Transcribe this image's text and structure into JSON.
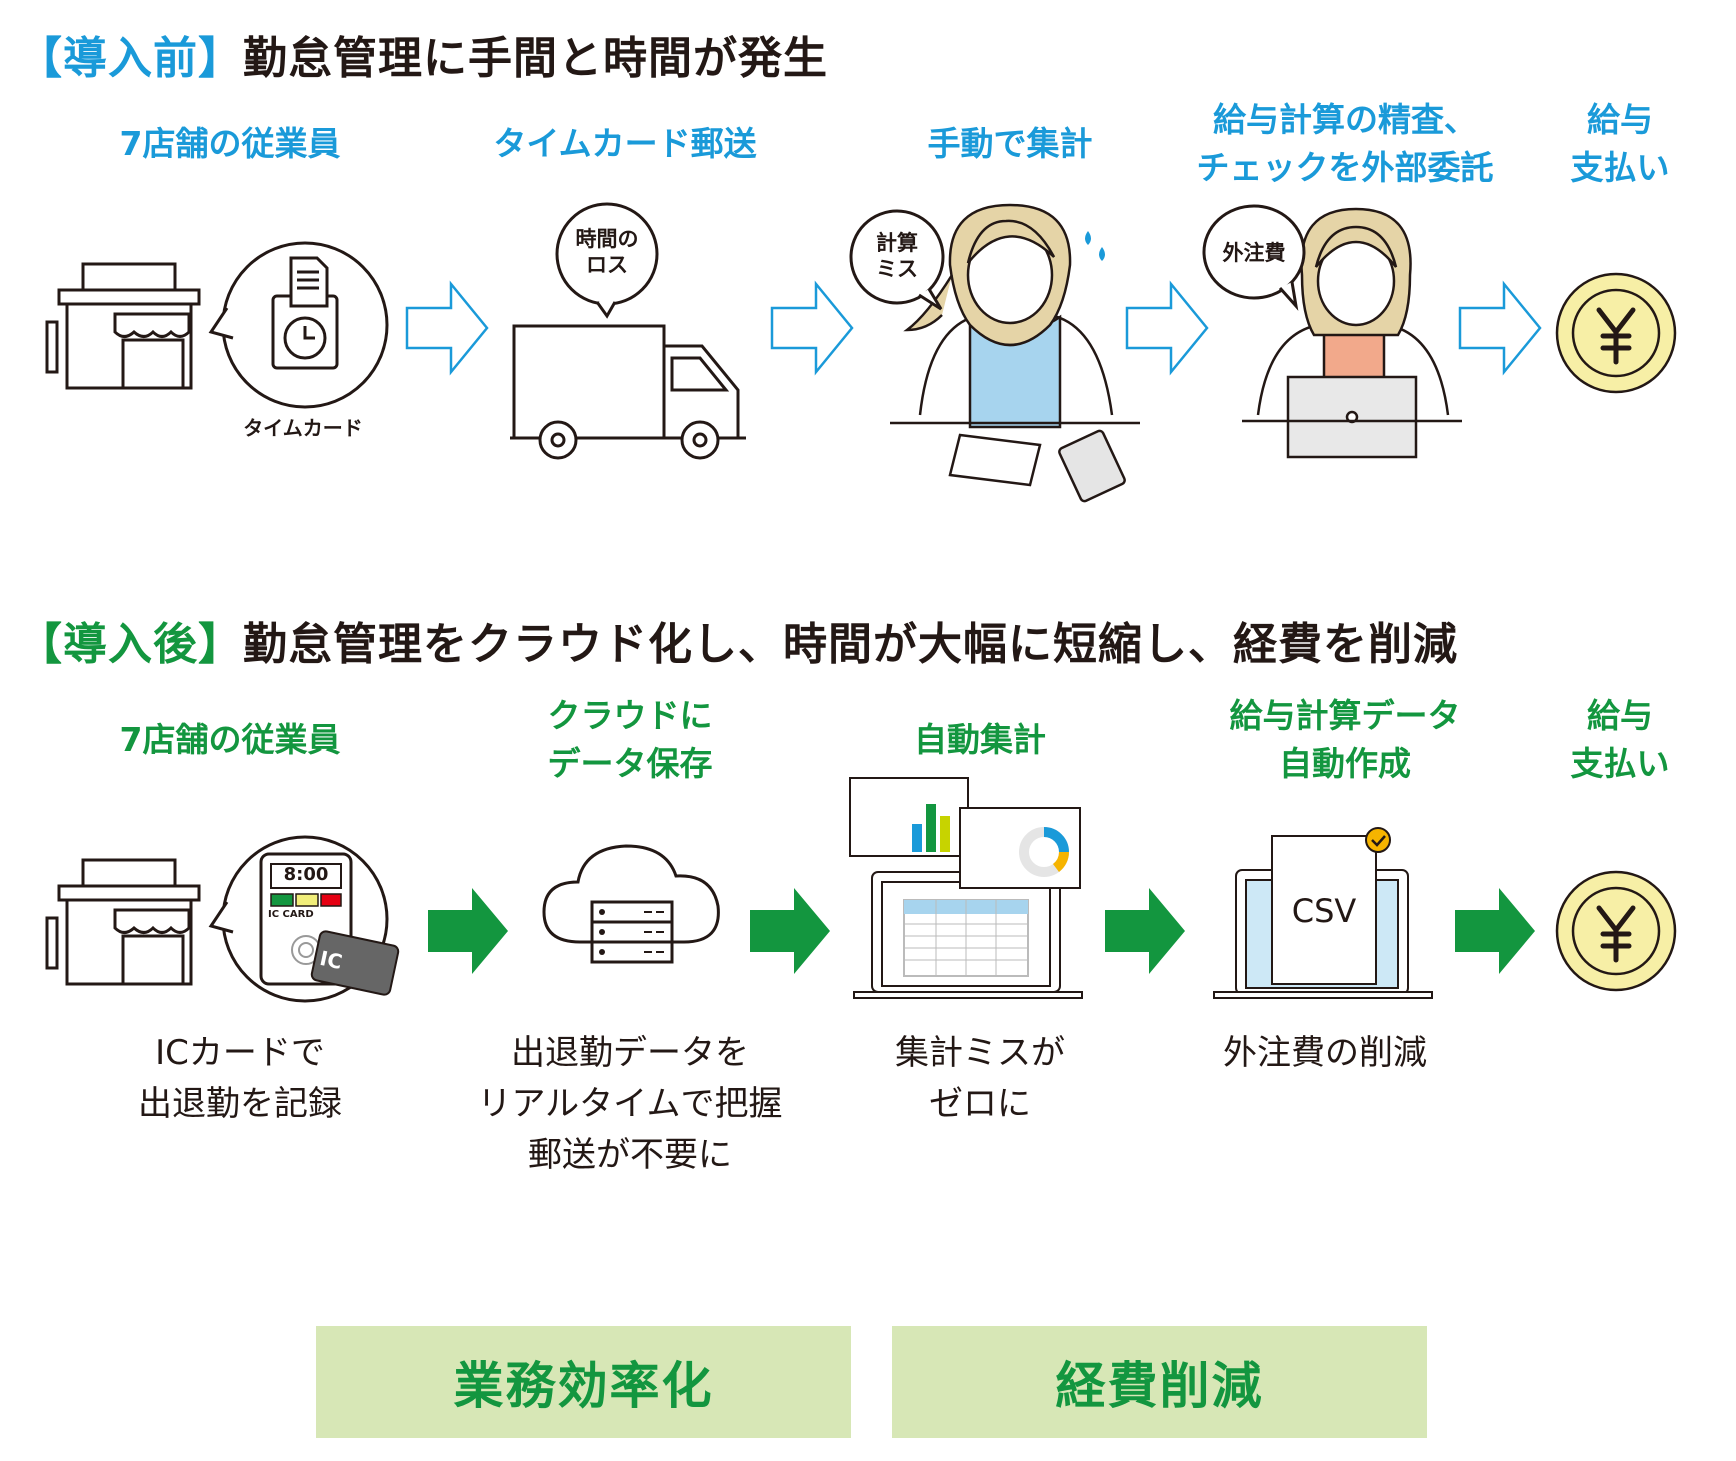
{
  "before": {
    "bracket": "【導入前】",
    "title": "勤怠管理に手間と時間が発生",
    "steps": [
      {
        "label": "7店舗の従業員",
        "caption": "タイムカード"
      },
      {
        "label": "タイムカード郵送",
        "bubble": "時間の\nロス"
      },
      {
        "label": "手動で集計",
        "bubble": "計算\nミス"
      },
      {
        "label": "給与計算の精査、\nチェックを外部委託",
        "bubble": "外注費"
      },
      {
        "label": "給与\n支払い"
      }
    ]
  },
  "after": {
    "bracket": "【導入後】",
    "title": "勤怠管理をクラウド化し、時間が大幅に短縮し、経費を削減",
    "steps": [
      {
        "label": "7店舗の従業員",
        "desc": "ICカードで\n出退勤を記録",
        "clock": "8:00",
        "card_label": "IC CARD",
        "card": "IC"
      },
      {
        "label": "クラウドに\nデータ保存",
        "desc": "出退勤データを\nリアルタイムで把握\n郵送が不要に"
      },
      {
        "label": "自動集計",
        "desc": "集計ミスが\nゼロに"
      },
      {
        "label": "給与計算データ\n自動作成",
        "desc": "外注費の削減",
        "doc": "CSV"
      },
      {
        "label": "給与\n支払い"
      }
    ]
  },
  "results": [
    "業務効率化",
    "経費削減"
  ],
  "colors": {
    "blue": "#1a9ad9",
    "green": "#13963f",
    "box": "#d7e7b6",
    "coin": "#f7efa6"
  }
}
